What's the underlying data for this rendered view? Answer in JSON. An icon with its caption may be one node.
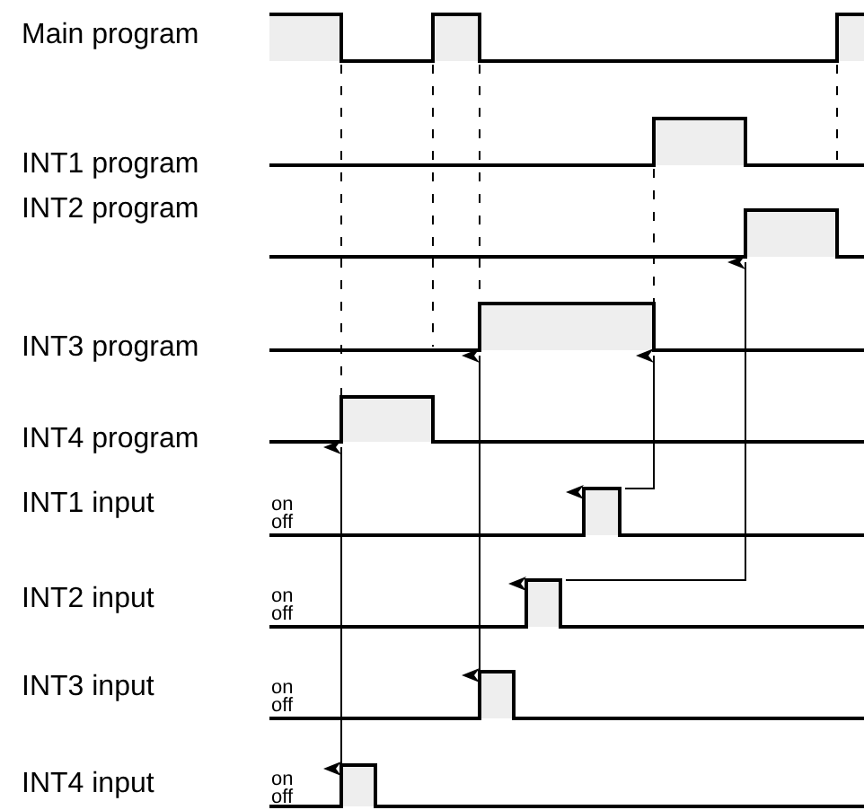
{
  "diagram": {
    "labels": [
      "Main program",
      "INT1 program",
      "INT2 program",
      "INT3 program",
      "INT4 program",
      "INT1 input",
      "on",
      "off",
      "INT2 input",
      "on",
      "off",
      "INT3 input",
      "on",
      "off",
      "INT4 input",
      "on",
      "off"
    ]
  }
}
